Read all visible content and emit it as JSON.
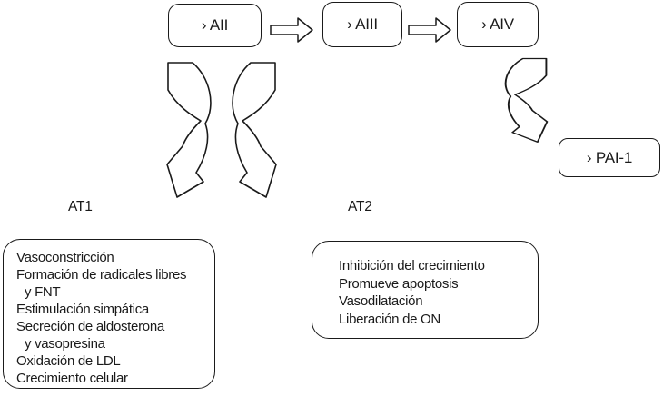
{
  "palette": {
    "ink": "#1a1a1a",
    "background": "#ffffff"
  },
  "cascade": {
    "boxes": [
      {
        "id": "aii",
        "label": "› AII"
      },
      {
        "id": "aiii",
        "label": "› AIII"
      },
      {
        "id": "aiv",
        "label": "› AIV"
      },
      {
        "id": "pai1",
        "label": "› PAI-1"
      }
    ],
    "arrows": [
      {
        "name": "block-arrow-aii-aiii",
        "type": "block-right"
      },
      {
        "name": "block-arrow-aiii-aiv",
        "type": "block-right"
      },
      {
        "name": "curved-arrow-aii-at1",
        "type": "curved-down-left"
      },
      {
        "name": "curved-arrow-aii-at2",
        "type": "curved-down-right"
      },
      {
        "name": "curved-arrow-aiv-pai1",
        "type": "curved-down-right"
      }
    ]
  },
  "receptors": {
    "at1": {
      "label": "AT1",
      "effects": [
        {
          "text": "Vasoconstricción",
          "cont": false
        },
        {
          "text": "Formación de radicales libres",
          "cont": false
        },
        {
          "text": "y FNT",
          "cont": true
        },
        {
          "text": "Estimulación simpática",
          "cont": false
        },
        {
          "text": "Secreción de aldosterona",
          "cont": false
        },
        {
          "text": "y vasopresina",
          "cont": true
        },
        {
          "text": "Oxidación de LDL",
          "cont": false
        },
        {
          "text": "Crecimiento celular",
          "cont": false
        }
      ]
    },
    "at2": {
      "label": "AT2",
      "effects": [
        {
          "text": "Inhibición del crecimiento",
          "cont": false
        },
        {
          "text": "Promueve apoptosis",
          "cont": false
        },
        {
          "text": "Vasodilatación",
          "cont": false
        },
        {
          "text": "Liberación de ON",
          "cont": false
        }
      ]
    }
  }
}
